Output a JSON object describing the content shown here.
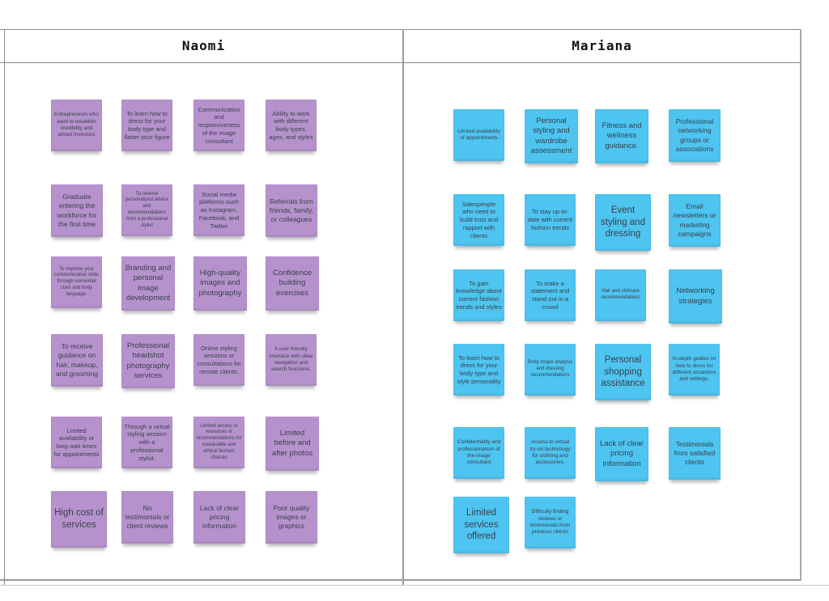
{
  "board": {
    "colors": {
      "grid_line": "#8c8c8c",
      "note_text": "#39404b",
      "background": "#ffffff",
      "naomi_note_color": "#b692cd",
      "mariana_note_color": "#4ec4f0"
    },
    "columns": [
      {
        "name": "Naomi",
        "note_color": "#b692cd",
        "notes": [
          {
            "text": "Entrepreneurs who want to establish credibility and attract investors",
            "size": "sm"
          },
          {
            "text": "To learn how to dress for your body type and flatter your figure",
            "size": "md"
          },
          {
            "text": "Communication and responsiveness of the image consultant",
            "size": "md"
          },
          {
            "text": "Ability to work with different body types, ages, and styles",
            "size": "md"
          },
          {
            "text": "Graduate entering the workforce for the first time",
            "size": "ml"
          },
          {
            "text": "To receive personalized advice and recommendations from a professional stylist",
            "size": "xs"
          },
          {
            "text": "Social media platforms such as Instagram, Facebook, and Twitter",
            "size": "md"
          },
          {
            "text": "Referrals from friends, family, or colleagues",
            "size": "ml"
          },
          {
            "text": "To improve your communication skills through nonverbal cues and body language.",
            "size": "xs"
          },
          {
            "text": "Branding and personal image development",
            "size": "lg"
          },
          {
            "text": "High-quality images and photography",
            "size": "lg"
          },
          {
            "text": "Confidence building exercises",
            "size": "lg"
          },
          {
            "text": "To receive guidance on hair, makeup, and grooming",
            "size": "ml"
          },
          {
            "text": "Professional headshot photography services",
            "size": "lg"
          },
          {
            "text": "Online styling sessions or consultations for remote clients.",
            "size": "md"
          },
          {
            "text": "A user friendly interface with clear navigation and search functions.",
            "size": "sm"
          },
          {
            "text": "Limited availability or long wait times for appointments",
            "size": "md"
          },
          {
            "text": "Through a virtual styling session with a professional stylist.",
            "size": "md"
          },
          {
            "text": "Limited access to resources or recommendations for sustainable and ethical fashion choices",
            "size": "xs"
          },
          {
            "text": "Limited before and after photos",
            "size": "lg"
          },
          {
            "text": "High cost of services",
            "size": "xl"
          },
          {
            "text": "No testimonials or client reviews",
            "size": "ml"
          },
          {
            "text": "Lack of clear pricing information",
            "size": "ml"
          },
          {
            "text": "Poor quality images or graphics",
            "size": "ml"
          }
        ]
      },
      {
        "name": "Mariana",
        "note_color": "#4ec4f0",
        "notes": [
          {
            "text": "Limited availability of appointments",
            "size": "sm"
          },
          {
            "text": "Personal styling and wardrobe assessment",
            "size": "lg"
          },
          {
            "text": "Fitness and wellness guidance.",
            "size": "lg"
          },
          {
            "text": "Professional networking groups or associations",
            "size": "ml"
          },
          {
            "text": "Salespeople who need to build trust and rapport with clients",
            "size": "md"
          },
          {
            "text": "To stay up-to-date with current fashion trends",
            "size": "md"
          },
          {
            "text": "Event styling and dressing",
            "size": "xl"
          },
          {
            "text": "Email newsletters or marketing campaigns",
            "size": "ml"
          },
          {
            "text": "To gain knowledge about current fashion trends and styles",
            "size": "md"
          },
          {
            "text": "To make a statement and stand out in a crowd",
            "size": "md"
          },
          {
            "text": "Hair and skincare recommendations",
            "size": "xs"
          },
          {
            "text": "Networking strategies",
            "size": "lg"
          },
          {
            "text": "To learn how to dress for your body type and style personality",
            "size": "md"
          },
          {
            "text": "Body shape analysis and dressing recommendations",
            "size": "xs"
          },
          {
            "text": "Personal shopping assistance",
            "size": "xl"
          },
          {
            "text": "In-depth guides on how to dress for different occasions and settings.",
            "size": "sm"
          },
          {
            "text": "Confidentiality and professionalism of the image consultant",
            "size": "sm"
          },
          {
            "text": "Access to virtual try-on technology for clothing and accessories.",
            "size": "sm"
          },
          {
            "text": "Lack of clear pricing information",
            "size": "lg"
          },
          {
            "text": "Testimonials from satisfied clients",
            "size": "ml"
          },
          {
            "text": "Limited services offered",
            "size": "xl"
          },
          {
            "text": "Difficulty finding reviews or testimonials from previous clients",
            "size": "sm"
          }
        ]
      }
    ]
  }
}
